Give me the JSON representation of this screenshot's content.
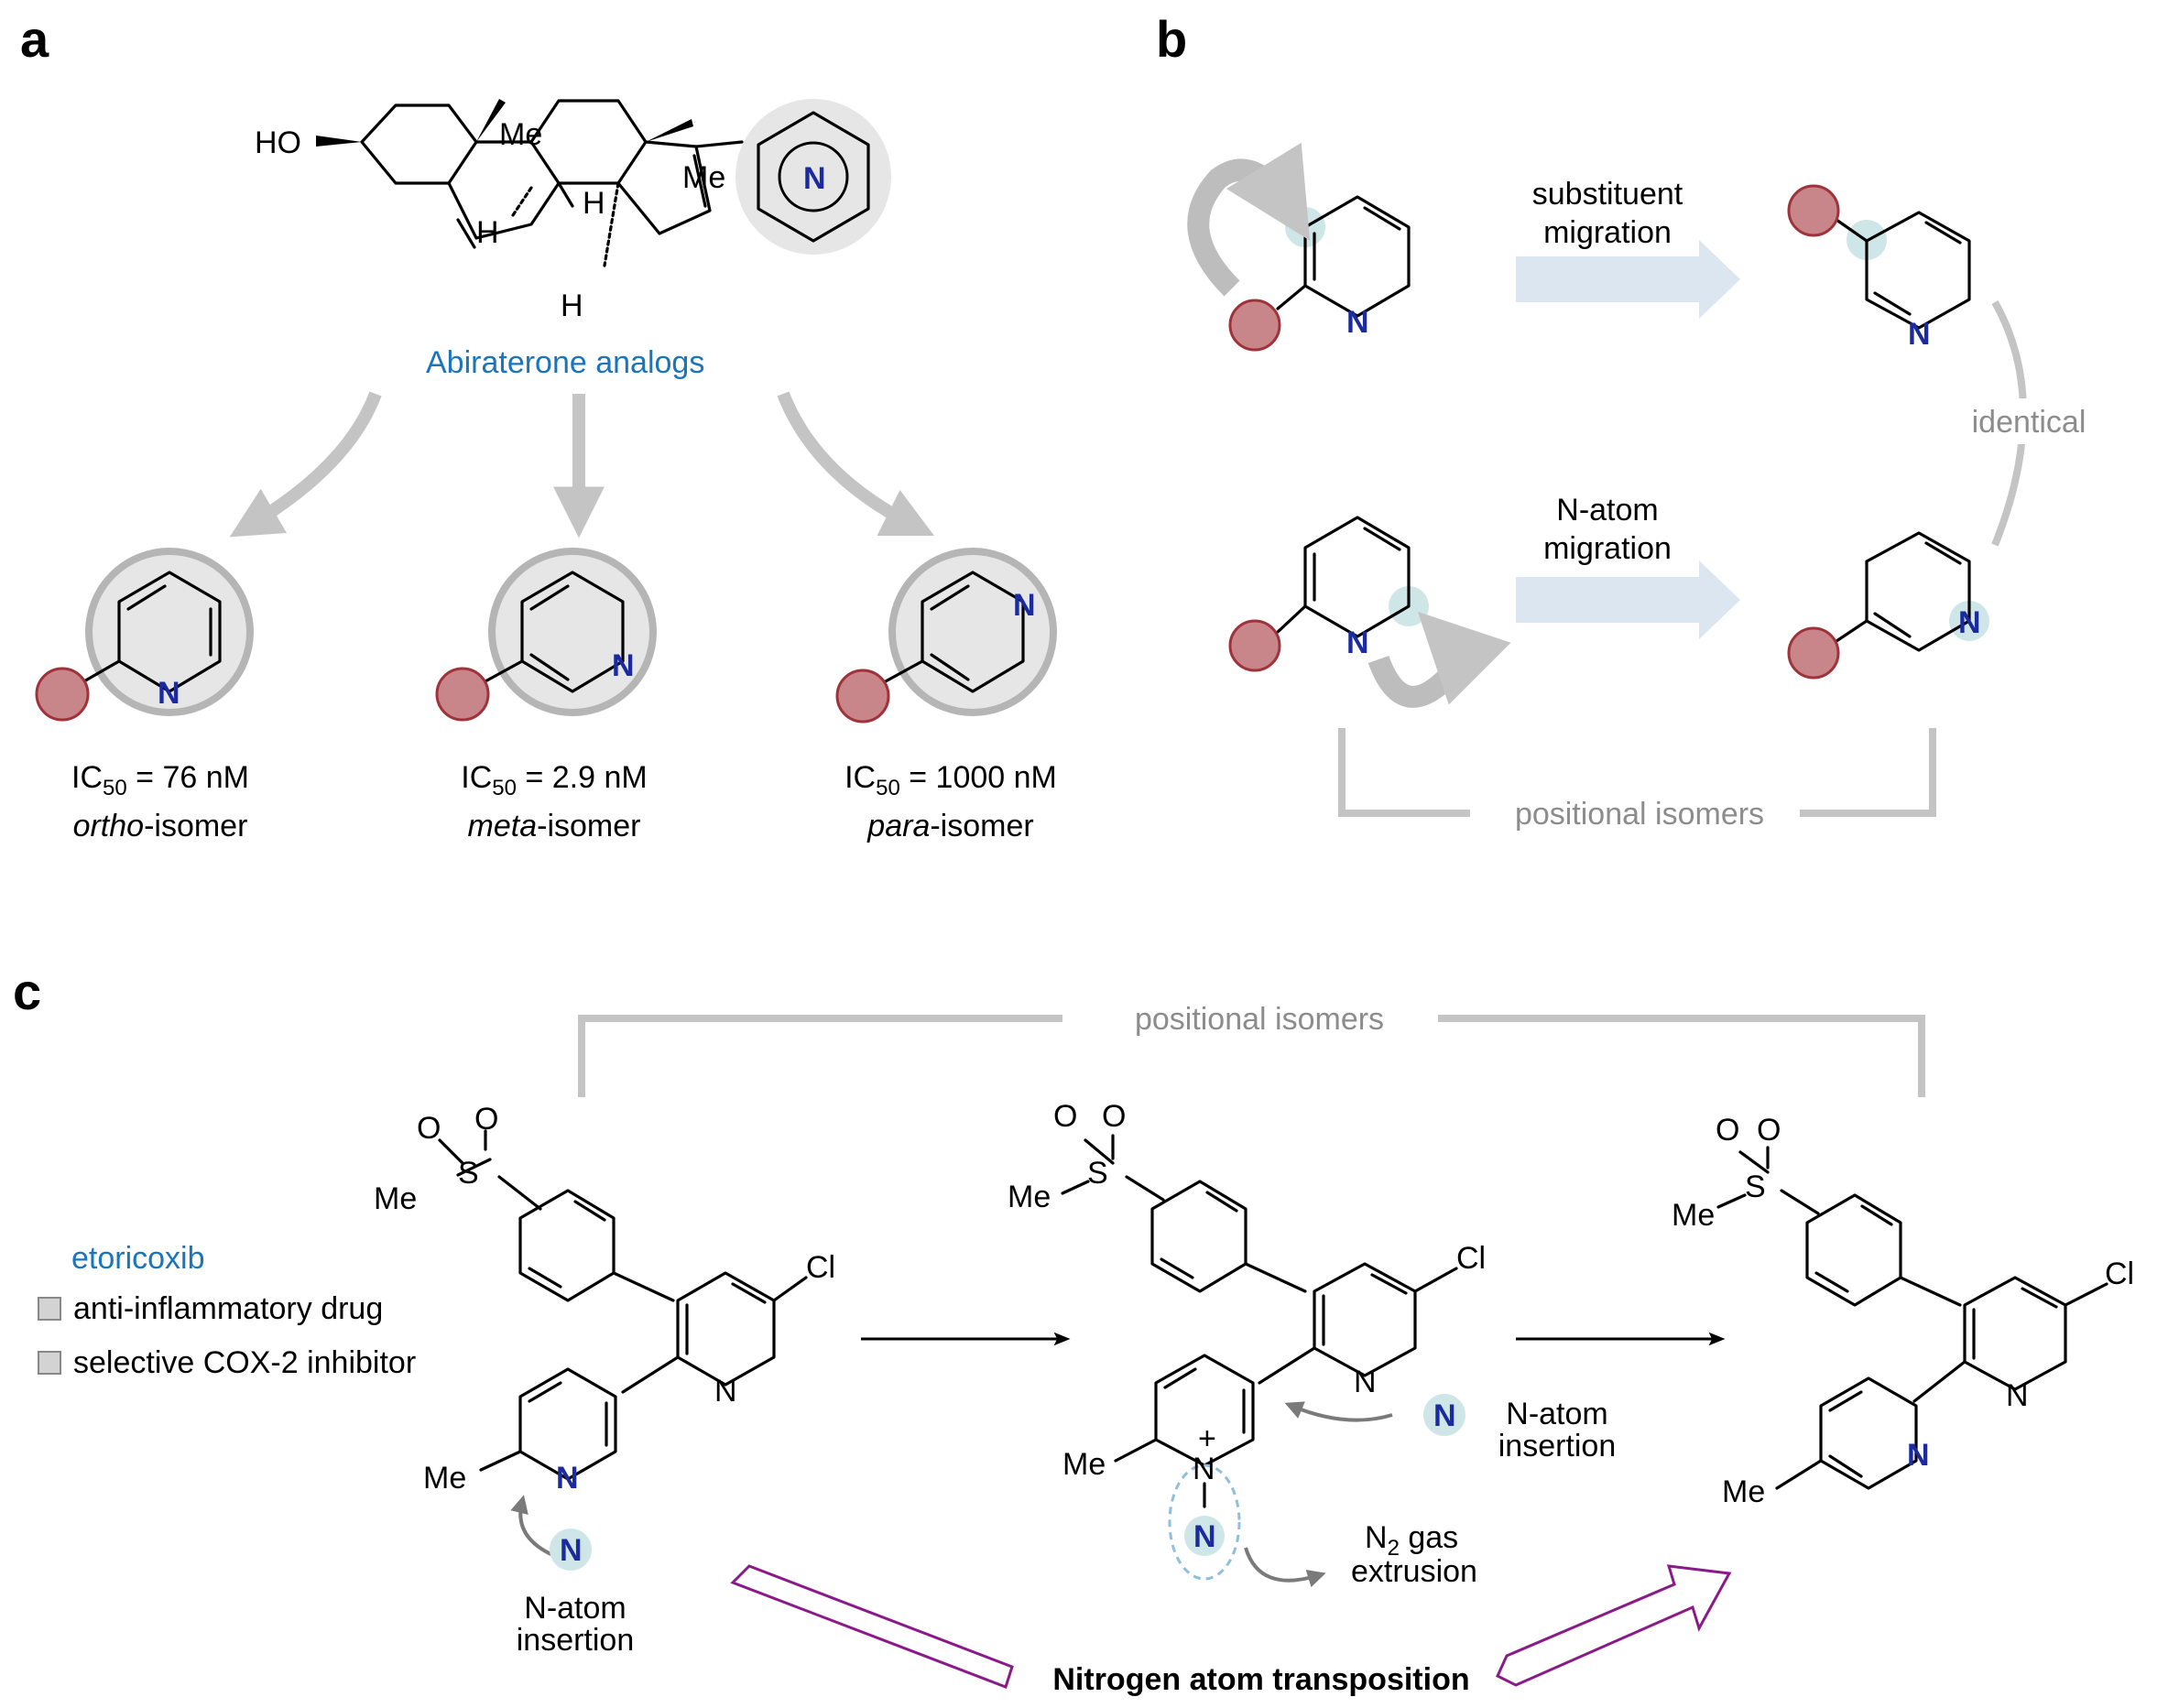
{
  "panels": {
    "a": "a",
    "b": "b",
    "c": "c"
  },
  "panel_a": {
    "scaffold_ho": "HO",
    "scaffold_me1": "Me",
    "scaffold_me2": "Me",
    "scaffold_h": "H",
    "n_label": "N",
    "caption": "Abiraterone analogs",
    "isomers": [
      {
        "ic_prefix": "IC",
        "ic_sub": "50",
        "ic_value": " = 76 nM",
        "italic": "ortho",
        "suffix": "-isomer"
      },
      {
        "ic_prefix": "IC",
        "ic_sub": "50",
        "ic_value": " = 2.9 nM",
        "italic": "meta",
        "suffix": "-isomer"
      },
      {
        "ic_prefix": "IC",
        "ic_sub": "50",
        "ic_value": " = 1000 nM",
        "italic": "para",
        "suffix": "-isomer"
      }
    ]
  },
  "panel_b": {
    "arrow1_line1": "substituent",
    "arrow1_line2": "migration",
    "arrow2_line1": "N-atom",
    "arrow2_line2": "migration",
    "identical": "identical",
    "positional_isomers": "positional isomers",
    "n_label": "N"
  },
  "panel_c": {
    "positional_isomers": "positional isomers",
    "etoricoxib": "etoricoxib",
    "bullets": [
      "anti-inflammatory drug",
      "selective COX-2 inhibitor"
    ],
    "atoms": {
      "o": "O",
      "s": "S",
      "me": "Me",
      "cl": "Cl",
      "n": "N",
      "plus": "+"
    },
    "insertion_line1": "N-atom",
    "insertion_line2": "insertion",
    "n2_n": "N",
    "n2_sub": "2",
    "n2_rest": " gas",
    "extrusion": "extrusion",
    "transposition": "Nitrogen atom transposition"
  },
  "colors": {
    "caption_blue": "#1a75bc",
    "nitrogen_blue": "#1b2a9e",
    "substituent_red": "#c9868a",
    "highlight_teal": "#cfe6e8",
    "arrow_grey": "#c4c4c4",
    "arrow_light_blue": "#dce6f1",
    "transposition_purple": "#8a1a8a"
  }
}
